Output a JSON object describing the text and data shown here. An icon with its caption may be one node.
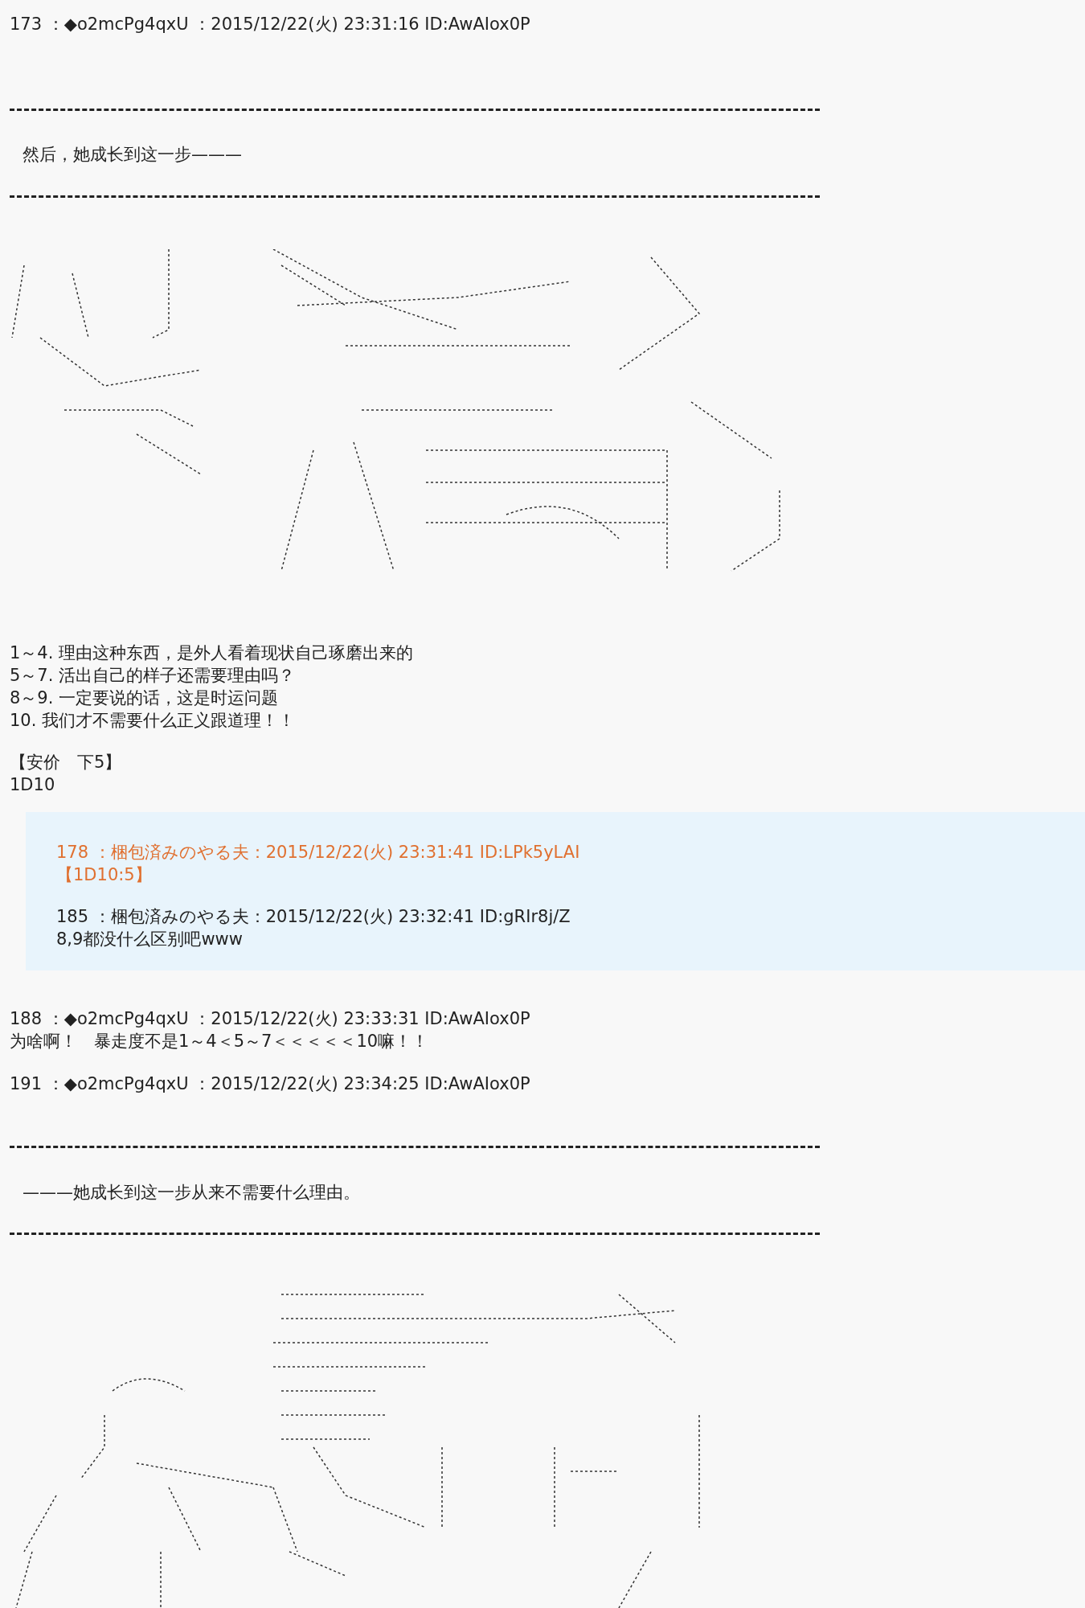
{
  "diagram": {
    "labels": [
      "173 ：◆o2mcPg4qxU ：2015/12/22(火) 23:31:16 ID:AwAIox0P",
      "然后，她成长到这一步———",
      "1～4. 理由这种东西，是外人看着现状自己琢磨出来的",
      "5～7. 活出自己的样子还需要理由吗？",
      "8～9. 一定要说的话，这是时运问题",
      "10. 我们才不需要什么正义跟道理！！",
      "【安价　下5】",
      "1D10",
      "178 ：梱包済みのやる夫：2015/12/22(火) 23:31:41 ID:LPk5yLAI",
      "【1D10:5】",
      "185 ：梱包済みのやる夫：2015/12/22(火) 23:32:41 ID:gRIr8j/Z",
      "8,9都没什么区别吧www",
      "188 ：◆o2mcPg4qxU ：2015/12/22(火) 23:33:31 ID:AwAIox0P",
      "为啥啊！　暴走度不是1～4＜5～7＜＜＜＜＜10嘛！！",
      "191 ：◆o2mcPg4qxU ：2015/12/22(火) 23:34:25 ID:AwAIox0P",
      "———她成长到这一步从来不需要什么理由。"
    ]
  }
}
